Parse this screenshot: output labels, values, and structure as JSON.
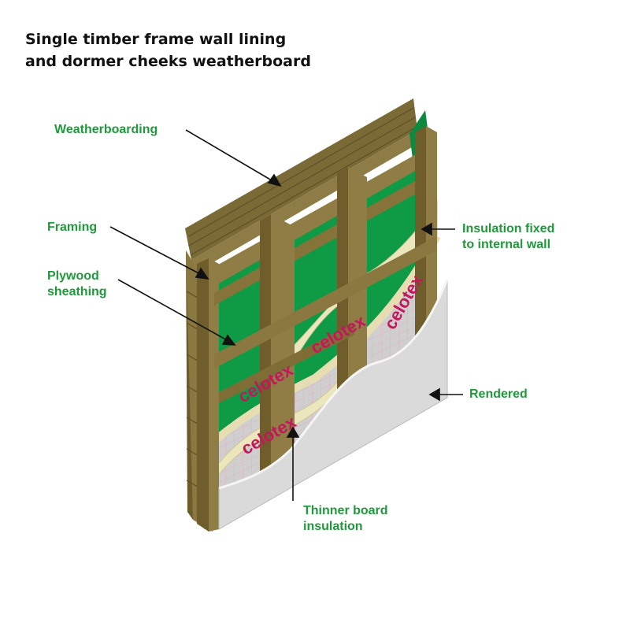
{
  "title": {
    "line1": "Single timber frame wall lining",
    "line2": "and dormer cheeks weatherboard"
  },
  "labels": {
    "weatherboarding": "Weatherboarding",
    "framing": "Framing",
    "plywood_line1": "Plywood",
    "plywood_line2": "sheathing",
    "insulation_fixed_line1": "Insulation fixed",
    "insulation_fixed_line2": "to internal wall",
    "rendered": "Rendered",
    "thinner_board_line1": "Thinner board",
    "thinner_board_line2": "insulation"
  },
  "brand_text": "celotex",
  "colors": {
    "label_green": "#1f9a3a",
    "timber": "#7d6a35",
    "sheathing_green": "#0f9a45",
    "insulation_cream": "#ece6bd",
    "board_grey": "#c9c9c9",
    "render_grey": "#d9d9d9",
    "brand_pink": "#c2185b"
  }
}
